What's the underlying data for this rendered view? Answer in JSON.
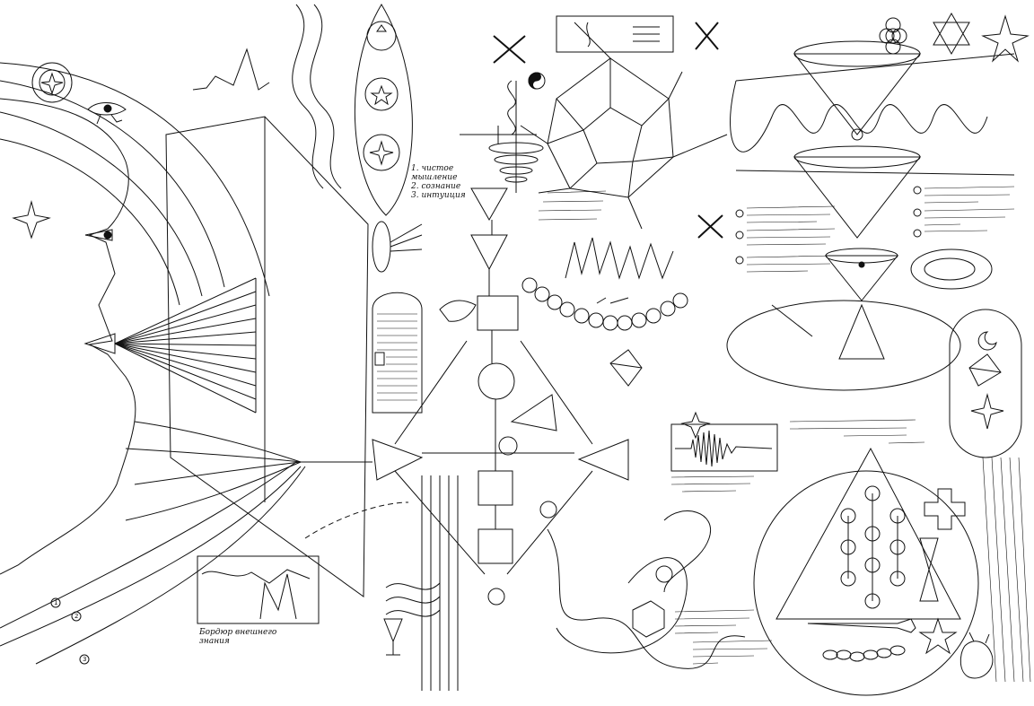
{
  "title": "",
  "handwritten_notes": [
    "1. чистое мышление\n2. сознание\n3. интуиция",
    "Бордюр внешнего знания"
  ],
  "markers": [
    "1",
    "2",
    "3"
  ],
  "colors": {
    "ink": "#111111",
    "paper": "#ffffff"
  },
  "icon_names": [
    "eye-of-horus-icon",
    "star-icon",
    "yin-yang-icon",
    "serpent-staff-icon",
    "cross-icon",
    "hexagram-icon",
    "pentagram-icon",
    "flower-of-life-icon",
    "crescent-moon-icon",
    "sun-icon",
    "hourglass-icon",
    "dagger-icon",
    "chalice-icon",
    "dove-icon",
    "tree-of-life-icon",
    "planet-symbols-icon",
    "dna-helix-icon",
    "flame-icon"
  ]
}
